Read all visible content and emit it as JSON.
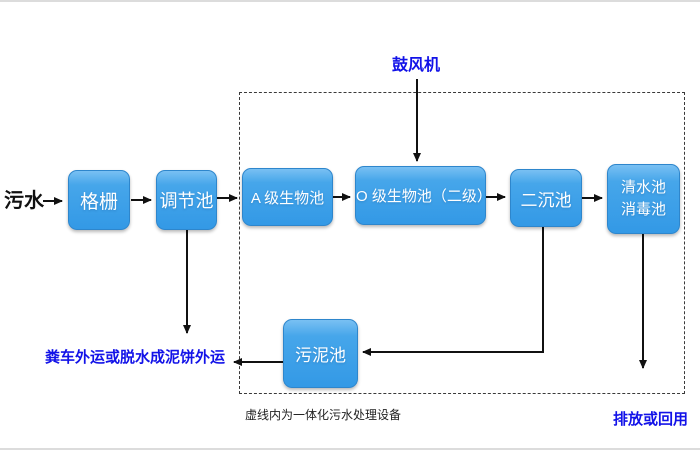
{
  "diagram": {
    "source_label": "污水",
    "blower_label": "鼓风机",
    "nodes": {
      "grid": "格栅",
      "regulating": "调节池",
      "a_bio": "A 级生物池",
      "o_bio": "O 级生物池（二级）",
      "secondary_sed": "二沉池",
      "clean_water": "清水池\n消毒池",
      "sludge": "污泥池"
    },
    "labels": {
      "sludge_out": "粪车外运或脱水成泥饼外运",
      "dashed_caption": "虚线内为一体化污水处理设备",
      "discharge": "排放或回用"
    },
    "colors": {
      "node_fill": "#3399e6",
      "node_border": "#2e86cc",
      "blue_text": "#1212e8",
      "arrow": "#111111"
    }
  }
}
